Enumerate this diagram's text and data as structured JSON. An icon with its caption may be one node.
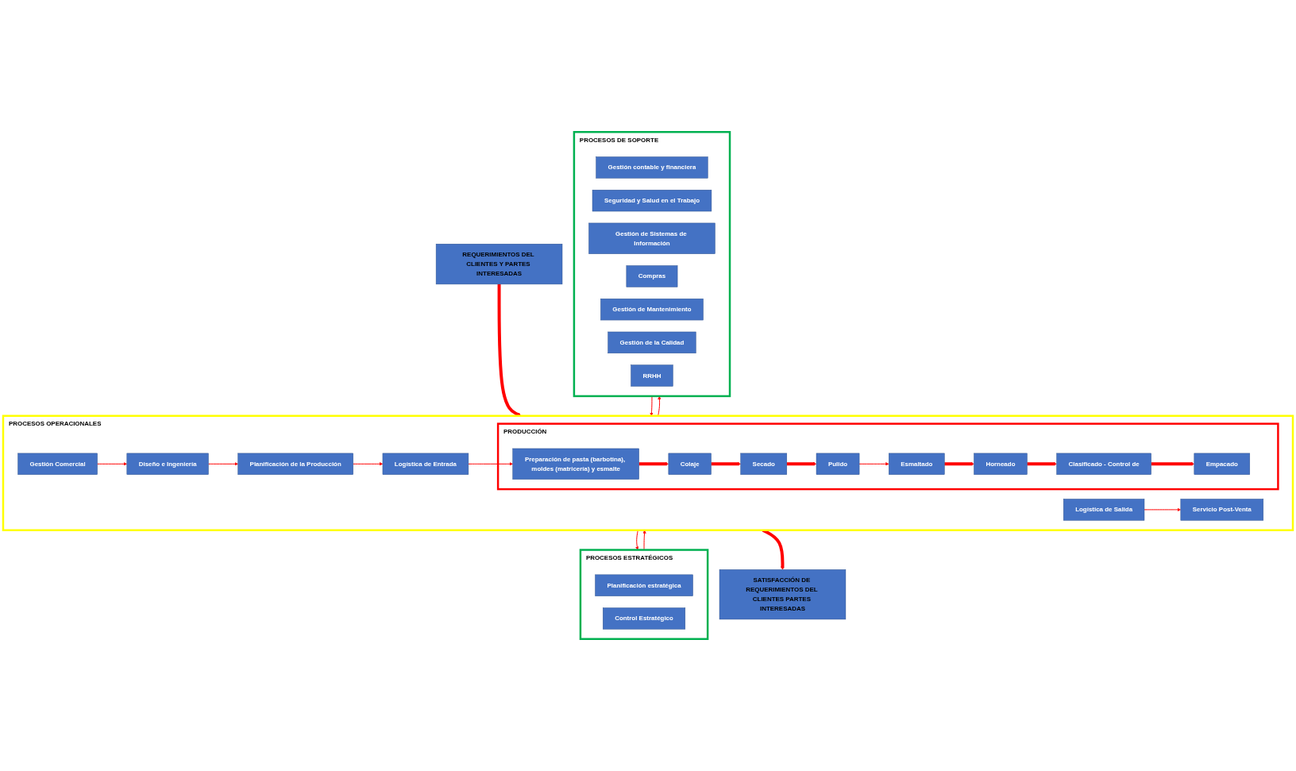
{
  "diagram": {
    "nodes": [
      {
        "text": [
          "REQUERIMIENTOS DEL CLIENTES Y PARTES INTERESADAS"
        ]
      },
      {
        "text": [
          "PROCESOS ESTRATÉGICOS"
        ]
      },
      {
        "text": [
          "Planificación estratégica"
        ],
        "in": 1
      },
      {
        "text": [
          "Control Estratégico"
        ],
        "in": 1
      },
      {
        "text": [
          "PROCESOS OPERACIONALES"
        ]
      },
      {
        "text": [
          "Logística de Entrada"
        ],
        "in": 4
      },
      {
        "text": [
          "Planificación de la Producción"
        ],
        "in": 4
      },
      {
        "text": [
          "Diseño e Ingeniería"
        ],
        "in": 4
      },
      {
        "text": [
          "Gestión Comercial"
        ],
        "in": 4
      },
      {
        "text": [
          "PRODUCCIÓN"
        ],
        "in": 4
      },
      {
        "text": [
          "Preparación de pasta (barbotina), moldes (matricería) y esmalte"
        ],
        "in": 9
      },
      {
        "text": [
          "Colaje"
        ],
        "in": 9
      },
      {
        "text": [
          "Secado"
        ],
        "in": 9
      },
      {
        "text": [
          "Pulido"
        ],
        "in": 9
      },
      {
        "text": [
          "Esmaltado"
        ],
        "in": 9
      },
      {
        "text": [
          "Horneado"
        ],
        "in": 9
      },
      {
        "text": [
          "Clasificado - Control de"
        ],
        "in": 9
      },
      {
        "text": [
          "Empacado"
        ],
        "in": 9
      },
      {
        "text": [
          "Logística de Salida"
        ],
        "in": 4
      },
      {
        "text": [
          "Servicio Post-Venta"
        ],
        "in": 4
      },
      {
        "text": [
          "PROCESOS DE SOPORTE"
        ]
      },
      {
        "text": [
          "Gestión contable y financiera"
        ],
        "in": 20
      },
      {
        "text": [
          "Seguridad y Salud en el Trabajo"
        ],
        "in": 20
      },
      {
        "text": [
          "Gestión de Sistemas de Información"
        ],
        "in": 20
      },
      {
        "text": [
          "Compras"
        ],
        "in": 20
      },
      {
        "text": [
          "Gestión de Mantenimiento"
        ],
        "in": 20
      },
      {
        "text": [
          "Gestión de la Calidad"
        ],
        "in": 20
      },
      {
        "text": [
          "RRHH"
        ],
        "in": 20
      },
      {
        "text": [
          "SATISFACCIÓN DE REQUERIMIENTOS DEL CLIENTES PARTES INTERESADAS"
        ]
      }
    ],
    "edges": [
      {
        "from": 0,
        "to": 4,
        "arrow": "to",
        "style": "thick"
      },
      {
        "from": 1,
        "to": 4,
        "arrow": "to"
      },
      {
        "from": 4,
        "to": 20,
        "arrow": "to"
      },
      {
        "from": 8,
        "to": 7,
        "arrow": "to"
      },
      {
        "from": 7,
        "to": 6,
        "arrow": "to"
      },
      {
        "from": 6,
        "to": 5,
        "arrow": "to"
      },
      {
        "from": 5,
        "to": 10,
        "arrow": "to"
      },
      {
        "from": 10,
        "to": 11,
        "arrow": "to",
        "style": "thick"
      },
      {
        "from": 11,
        "to": 12,
        "arrow": "to",
        "style": "thick"
      },
      {
        "from": 12,
        "to": 13,
        "arrow": "to",
        "style": "thick"
      },
      {
        "from": 13,
        "to": 14,
        "arrow": "to"
      },
      {
        "from": 14,
        "to": 15,
        "arrow": "to",
        "style": "thick"
      },
      {
        "from": 15,
        "to": 16,
        "arrow": "to",
        "style": "thick"
      },
      {
        "from": 16,
        "to": 17,
        "arrow": "to",
        "style": "thick"
      },
      {
        "from": 18,
        "to": 19,
        "arrow": "to"
      },
      {
        "from": 4,
        "to": 1,
        "arrow": "to"
      },
      {
        "from": 20,
        "to": 4,
        "arrow": "to"
      },
      {
        "from": 4,
        "to": 28,
        "arrow": "to",
        "style": "thick"
      }
    ]
  }
}
